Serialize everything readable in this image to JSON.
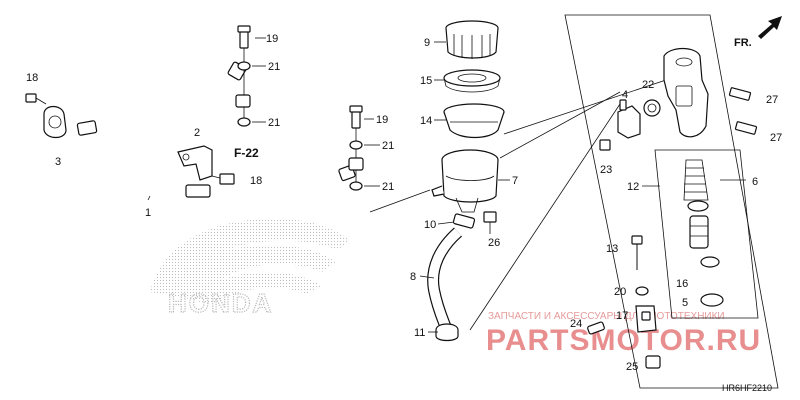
{
  "diagram": {
    "callouts": [
      {
        "id": "c1",
        "label": "1"
      },
      {
        "id": "c2",
        "label": "2"
      },
      {
        "id": "c3",
        "label": "3"
      },
      {
        "id": "c4",
        "label": "4"
      },
      {
        "id": "c5",
        "label": "5"
      },
      {
        "id": "c6",
        "label": "6"
      },
      {
        "id": "c7",
        "label": "7"
      },
      {
        "id": "c8",
        "label": "8"
      },
      {
        "id": "c9",
        "label": "9"
      },
      {
        "id": "c10",
        "label": "10"
      },
      {
        "id": "c11",
        "label": "11"
      },
      {
        "id": "c12",
        "label": "12"
      },
      {
        "id": "c13",
        "label": "13"
      },
      {
        "id": "c14",
        "label": "14"
      },
      {
        "id": "c15",
        "label": "15"
      },
      {
        "id": "c16",
        "label": "16"
      },
      {
        "id": "c17",
        "label": "17"
      },
      {
        "id": "c18a",
        "label": "18"
      },
      {
        "id": "c18b",
        "label": "18"
      },
      {
        "id": "c19a",
        "label": "19"
      },
      {
        "id": "c19b",
        "label": "19"
      },
      {
        "id": "c20",
        "label": "20"
      },
      {
        "id": "c21a",
        "label": "21"
      },
      {
        "id": "c21b",
        "label": "21"
      },
      {
        "id": "c21c",
        "label": "21"
      },
      {
        "id": "c21d",
        "label": "21"
      },
      {
        "id": "c22",
        "label": "22"
      },
      {
        "id": "c23",
        "label": "23"
      },
      {
        "id": "c24",
        "label": "24"
      },
      {
        "id": "c25",
        "label": "25"
      },
      {
        "id": "c26",
        "label": "26"
      },
      {
        "id": "c27a",
        "label": "27"
      },
      {
        "id": "c27b",
        "label": "27"
      }
    ],
    "reference": "F-22",
    "front_label": "FR.",
    "diagram_code": "HR6HF2210",
    "brand_logo_text": "HONDA",
    "watermark": {
      "caption": "ЗАПЧАСТИ И АКСЕССУАРЫ ДЛЯ МОТОТЕХНИКИ",
      "logo": "PARTSMOTOR.RU"
    }
  }
}
